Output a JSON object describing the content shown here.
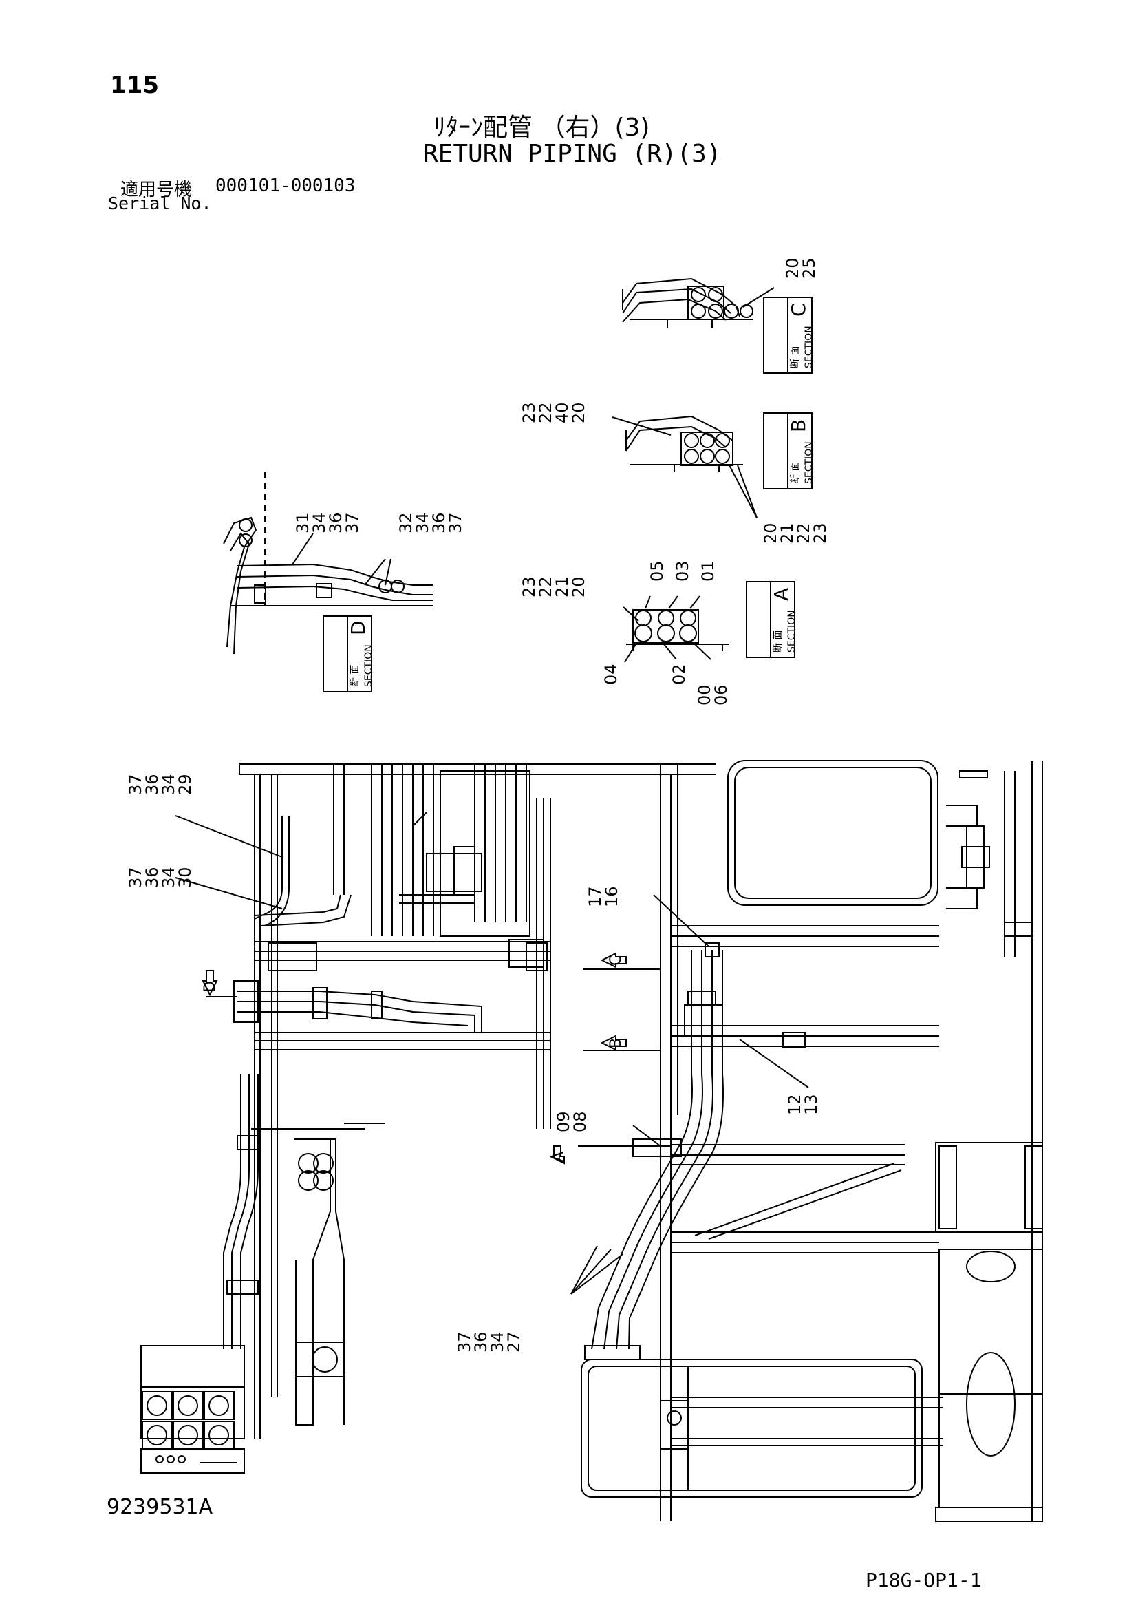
{
  "header": {
    "page_number": "115",
    "title_jp": "ﾘﾀｰﾝ配管 （右）(3)",
    "title_en": "RETURN PIPING (R)(3)",
    "serial_label_jp": "適用号機",
    "serial_value": "000101-000103",
    "serial_label_en": "Serial No."
  },
  "sections": {
    "word_jp": "断 面",
    "word_en": "SECTION",
    "a": "A",
    "b": "B",
    "c": "C",
    "d": "D"
  },
  "callouts": {
    "sec_c": [
      "20",
      "25"
    ],
    "sec_b_top": [
      "23",
      "22",
      "40",
      "20"
    ],
    "sec_b_bottom": [
      "20",
      "21",
      "22",
      "23"
    ],
    "sec_d_left": [
      "31",
      "34",
      "36",
      "37"
    ],
    "sec_d_right": [
      "32",
      "34",
      "36",
      "37"
    ],
    "sec_a_left": [
      "23",
      "22",
      "21",
      "20"
    ],
    "sec_a_05": "05",
    "sec_a_03": "03",
    "sec_a_01": "01",
    "sec_a_04": "04",
    "sec_a_02": "02",
    "sec_a_00_06": [
      "00",
      "06"
    ],
    "main_29": [
      "37",
      "36",
      "34",
      "29"
    ],
    "main_30": [
      "37",
      "36",
      "34",
      "30"
    ],
    "main_17_16": [
      "17",
      "16"
    ],
    "main_12_13": [
      "12",
      "13"
    ],
    "main_09_08": [
      "09",
      "08"
    ],
    "main_27": [
      "37",
      "36",
      "34",
      "27"
    ]
  },
  "view_markers": {
    "c": "C",
    "b": "B",
    "d": "D",
    "a": "A"
  },
  "footer": {
    "drawing_number": "9239531A",
    "page_code": "P18G-OP1-1"
  }
}
